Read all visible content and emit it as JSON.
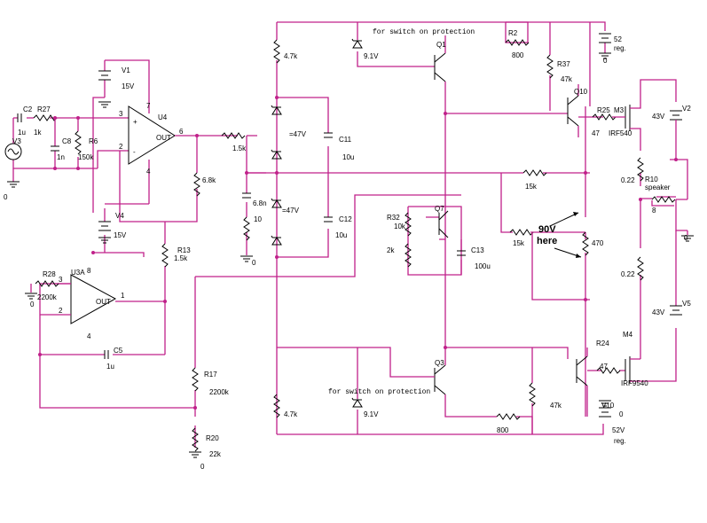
{
  "labels": {
    "c2": "C2",
    "c2_val": "1u",
    "r27": "R27",
    "r27_val": "1k",
    "v3": "V3",
    "c8": "C8",
    "c8_val": "1n",
    "r6": "R6",
    "r6_val": "150k",
    "gnd_0": "0",
    "v1": "V1",
    "v1_val": "15V",
    "u4": "U4",
    "u4_out": "OUT",
    "u4_plus": "+",
    "u4_minus": "-",
    "u4_pin3": "3",
    "u4_pin2": "2",
    "u4_pin6": "6",
    "u4_pin7": "7",
    "u4_pin4": "4",
    "v4": "V4",
    "v4_val": "15V",
    "r_1k5a": "1.5k",
    "r_6k8": "6.8k",
    "c_6n8": "6.8n",
    "r_10": "10",
    "r13": "R13",
    "r13_val": "1.5k",
    "r28": "R28",
    "r28_val": "2200k",
    "u3a": "U3A",
    "u3_out": "OUT",
    "u3_pin3": "3",
    "u3_pin2": "2",
    "u3_pin1": "1",
    "u3_pin8": "8",
    "u3_pin4": "4",
    "c5": "C5",
    "c5_val": "1u",
    "r17": "R17",
    "r17_val": "2200k",
    "r20": "R20",
    "r20_val": "22k",
    "r_4k7_top": "4.7k",
    "z_9v1_top": "9.1V",
    "prot_top": "for switch on protection",
    "r2": "R2",
    "r2_val": "800",
    "q1": "Q1",
    "r37": "R37",
    "r37_val": "47k",
    "z47_top": "=47V",
    "c11": "C11",
    "c11_val": "10u",
    "z47_bot": "=47V",
    "c12": "C12",
    "c12_val": "10u",
    "r32": "R32",
    "r32_val": "10k",
    "r_2k": "2k",
    "q7": "Q7",
    "c13": "C13",
    "c13_val": "100u",
    "r_15k_a": "15k",
    "r_15k_b": "15k",
    "volt_90": "90V",
    "volt_here": "here",
    "r_470": "470",
    "v_52_top": "52",
    "reg_top": "reg.",
    "q10": "Q10",
    "r25": "R25",
    "r25_val": "47",
    "m3": "M3",
    "m3_type": "IRF540",
    "v2": "V2",
    "v2_val": "43V",
    "r_0_22a": "0.22",
    "r10": "R10",
    "r10_type": "speaker",
    "r10_val": "8",
    "r_0_22b": "0.22",
    "v5": "V5",
    "v5_val": "43V",
    "m4": "M4",
    "m4_type": "IRF9540",
    "r24": "R24",
    "r24_val": "47",
    "q3": "Q3",
    "prot_bot": "for switch on protection",
    "z_9v1_bot": "9.1V",
    "r_4k7_bot": "4.7k",
    "r_800_bot": "800",
    "r_47k_bot": "47k",
    "v10": "V10",
    "v_52_bot": "52V",
    "reg_bot": "reg."
  }
}
